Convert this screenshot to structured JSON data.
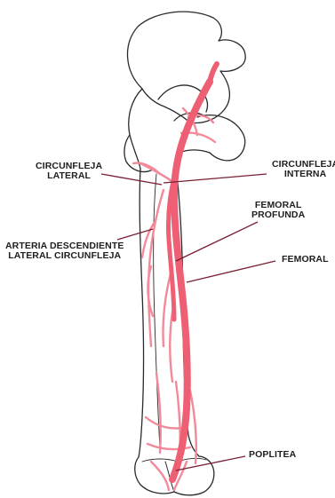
{
  "colors": {
    "bone_outline": "#2a2a2a",
    "artery_main": "#ee5f74",
    "artery_branch": "#f28a99",
    "leader_line": "#7a1f33",
    "text": "#1e1e1e"
  },
  "labels": {
    "circunfleja_lateral": [
      "CIRCUNFLEJA",
      "LATERAL"
    ],
    "circunfleja_interna": [
      "CIRCUNFLEJA",
      "INTERNA"
    ],
    "femoral_profunda": [
      "FEMORAL",
      "PROFUNDA"
    ],
    "arteria_descendiente": [
      "ARTERIA DESCENDIENTE",
      "LATERAL CIRCUNFLEJA"
    ],
    "femoral": "FEMORAL",
    "poplitea": "POPLITEA"
  }
}
